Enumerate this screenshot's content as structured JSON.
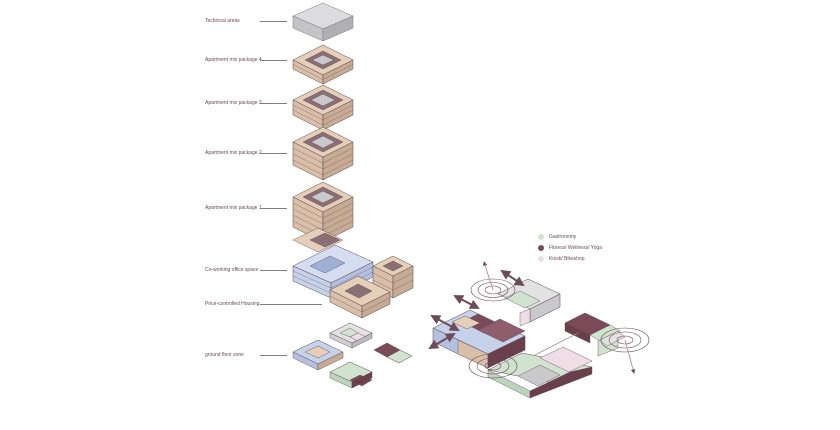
{
  "labels": {
    "technical": "Technical areas",
    "apt4": "Apartment mix package 4",
    "apt3": "Apartment mix package 3",
    "apt2": "Apartment mix package 2",
    "apt1": "Apartment mix package 1",
    "coworking": "Co-working office space",
    "price": "Price-controlled Housing",
    "ground": "ground floor zone"
  },
  "legend": [
    {
      "label": "Gastronomy",
      "color": "#cfe3cf"
    },
    {
      "label": "Fitness/ Wellness/ Yoga",
      "color": "#7a4a58"
    },
    {
      "label": "Kiosk/ Bikeshop",
      "color": "#f1dde6"
    }
  ],
  "colors": {
    "beige": "#e6cfb9",
    "grey": "#c9c9cb",
    "blue": "#c6d1ea",
    "mauve": "#7a4a58",
    "green": "#cfe3cf",
    "pink": "#f1dde6",
    "lightgrey": "#e2e2e2",
    "stroke": "#5a4550"
  }
}
